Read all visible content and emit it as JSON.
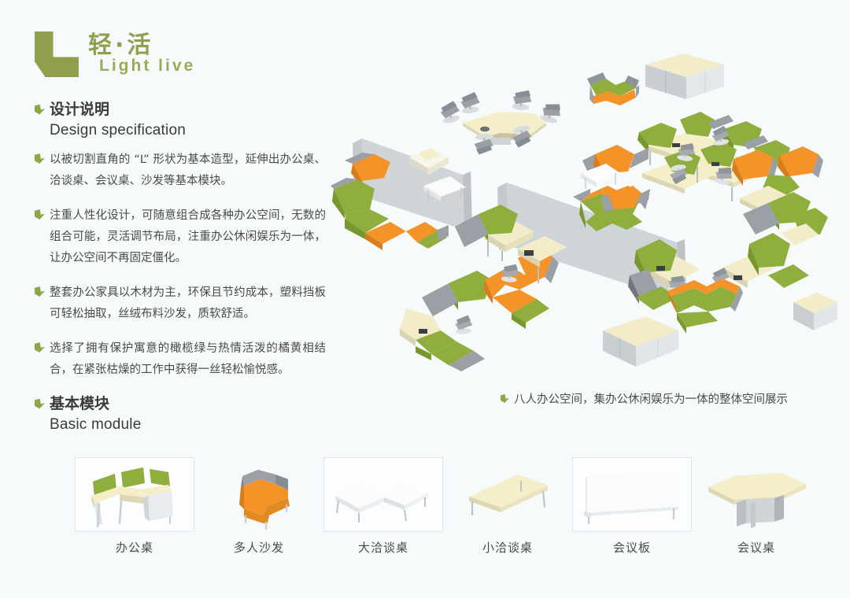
{
  "brand": {
    "name_cn": "轻·活",
    "name_en": "Light  live",
    "mark": "l-shape-logo-mark",
    "color": "#8f9f4c"
  },
  "palette": {
    "background": "#f7fafb",
    "olive_green": "#8fae3e",
    "orange": "#f39328",
    "gray": "#9aa0a6",
    "cream": "#f2ecc9",
    "text": "#4a4a4a",
    "frame_border": "#dfe7ec"
  },
  "spec": {
    "heading_cn": "设计说明",
    "heading_en": "Design specification",
    "paragraphs": [
      "以被切割直角的 “L” 形状为基本造型，延伸出办公桌、洽谈桌、会议桌、沙发等基本模块。",
      "注重人性化设计，可随意组合成各种办公空间，无数的组合可能，灵活调节布局，注重办公休闲娱乐为一体，让办公空间不再固定僵化。",
      "整套办公家具以木材为主，环保且节约成本，塑料挡板可轻松抽取，丝绒布料沙发，质软舒适。",
      "选择了拥有保护寓意的橄榄绿与热情活泼的橘黄相结合，在紧张枯燥的工作中获得一丝轻松愉悦感。"
    ]
  },
  "render": {
    "caption": "八人办公空间，集办公休闲娱乐为一体的整体空间展示",
    "alt": "isometric-office-layout-render"
  },
  "modules": {
    "heading_cn": "基本模块",
    "heading_en": "Basic module",
    "items": [
      {
        "label": "办公桌",
        "icon": "office-desk",
        "framed": true
      },
      {
        "label": "多人沙发",
        "icon": "multi-person-sofa",
        "framed": false
      },
      {
        "label": "大洽谈桌",
        "icon": "large-negotiation-table",
        "framed": true
      },
      {
        "label": "小洽谈桌",
        "icon": "small-negotiation-table",
        "framed": false
      },
      {
        "label": "会议板",
        "icon": "meeting-partition-board",
        "framed": true
      },
      {
        "label": "会议桌",
        "icon": "meeting-table",
        "framed": false
      }
    ]
  }
}
